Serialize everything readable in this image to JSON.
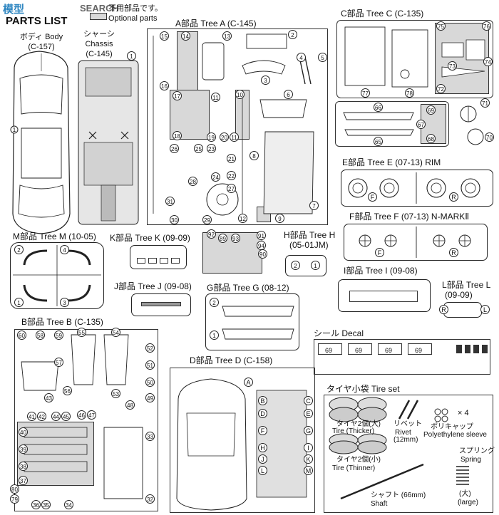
{
  "header": {
    "watermark_logo": "模型",
    "watermark_site": "SEARCH",
    "title": "PARTS LIST",
    "optional_jp": "不用部品です。",
    "optional_en": "Optional parts"
  },
  "body_part": {
    "jp": "ボディ Body",
    "code": "(C-157)"
  },
  "chassis_part": {
    "jp": "シャーシ",
    "en": "Chassis",
    "code": "(C-145)"
  },
  "trees": {
    "a": "A部品 Tree A (C-145)",
    "b": "B部品 Tree B (C-135)",
    "c": "C部品 Tree C (C-135)",
    "d": "D部品 Tree D (C-158)",
    "e": "E部品 Tree E (07-13) RIM",
    "f": "F部品 Tree F (07-13) N-MARKⅡ",
    "g": "G部品 Tree G (08-12)",
    "h_line1": "H部品 Tree H",
    "h_line2": "(05-01JM)",
    "i": "I部品 Tree I (09-08)",
    "j": "J部品 Tree J (09-08)",
    "k": "K部品 Tree K (09-09)",
    "l_line1": "L部品 Tree L",
    "l_line2": "(09-09)",
    "m": "M部品 Tree M (10-05)"
  },
  "decal": {
    "label": "シール Decal",
    "plate": "69"
  },
  "tire_set": {
    "title": "タイヤ小袋 Tire set",
    "thick_jp": "タイヤ2個(大)",
    "thick_en": "Tire (Thicker)",
    "thin_jp": "タイヤ2個(小)",
    "thin_en": "Tire (Thinner)",
    "rivet_jp": "リベット",
    "rivet_en": "Rivet",
    "rivet_size": "(12mm)",
    "poly_jp": "ポリキャップ",
    "poly_en": "Polyethylene sleeve",
    "poly_qty": "× 4",
    "spring_jp": "スプリング",
    "spring_en": "Spring",
    "spring_size_jp": "(大)",
    "spring_size_en": "(large)",
    "shaft_jp": "シャフト (66mm)",
    "shaft_en": "Shaft"
  },
  "letters": {
    "A": "A",
    "B": "B",
    "C": "C",
    "D": "D",
    "E": "E",
    "F": "F",
    "G": "G",
    "H": "H",
    "I": "I",
    "J": "J",
    "K": "K",
    "L": "L",
    "M": "M",
    "R": "R"
  },
  "numbers": {
    "n1": "1",
    "n2": "2",
    "n3": "3",
    "n4": "4",
    "n5": "5",
    "n6": "6",
    "n7": "7",
    "n8": "8",
    "n9": "9",
    "n10": "10",
    "n11": "11",
    "n12": "12",
    "n13": "13",
    "n14": "14",
    "n15": "15",
    "n16": "16",
    "n17": "17",
    "n18": "18",
    "n19": "19",
    "n20": "20",
    "n21": "21",
    "n22": "22",
    "n23": "23",
    "n24": "24",
    "n25": "25",
    "n26": "26",
    "n27": "27",
    "n28": "28",
    "n29": "29",
    "n30": "30",
    "n31": "31",
    "n32": "32",
    "n33": "33",
    "n34": "34",
    "n35": "35",
    "n36": "36",
    "n37": "37",
    "n38": "38",
    "n39": "39",
    "n40": "40",
    "n41": "41",
    "n42": "42",
    "n43": "43",
    "n44": "44",
    "n45": "45",
    "n46": "46",
    "n47": "47",
    "n48": "48",
    "n49": "49",
    "n50": "50",
    "n51": "51",
    "n52": "52",
    "n53": "53",
    "n54": "54",
    "n55": "55",
    "n56": "56",
    "n57": "57",
    "n58": "58",
    "n59": "59",
    "n60": "60",
    "n65": "65",
    "n66": "66",
    "n67": "67",
    "n68": "68",
    "n69": "69",
    "n70": "70",
    "n71": "71",
    "n72": "72",
    "n73": "73",
    "n74": "74",
    "n75": "75",
    "n76": "76",
    "n77": "77",
    "n78": "78",
    "n79": "79",
    "n80": "80",
    "n89": "89",
    "n90": "90",
    "n91": "91",
    "n92": "92",
    "n93": "93",
    "n94": "94",
    "n35b": "35",
    "n36b": "36"
  }
}
